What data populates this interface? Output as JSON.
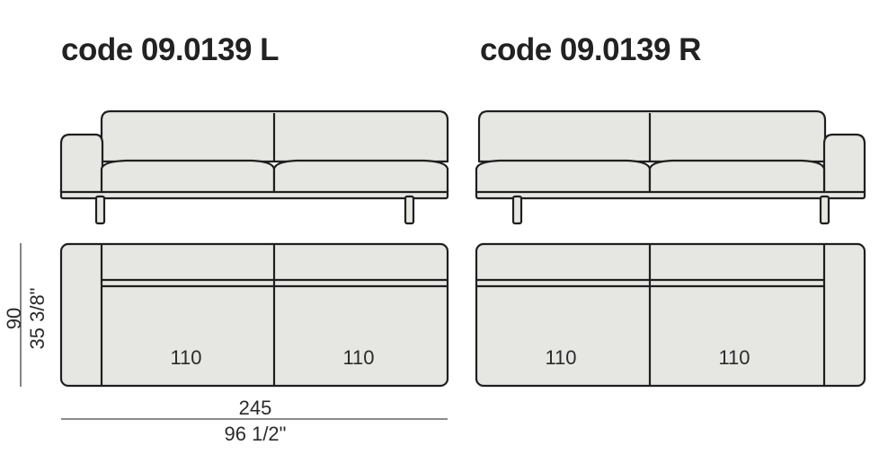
{
  "left_variant": {
    "code": "code 09.0139 L",
    "seat_widths": [
      "110",
      "110"
    ]
  },
  "right_variant": {
    "code": "code 09.0139 R",
    "seat_widths": [
      "110",
      "110"
    ]
  },
  "depth": {
    "cm": "90",
    "inch": "35 3/8\""
  },
  "width": {
    "cm": "245",
    "inch": "96 1/2\""
  },
  "colors": {
    "fill": "#e6e7e2",
    "line": "#1f1f1f"
  }
}
